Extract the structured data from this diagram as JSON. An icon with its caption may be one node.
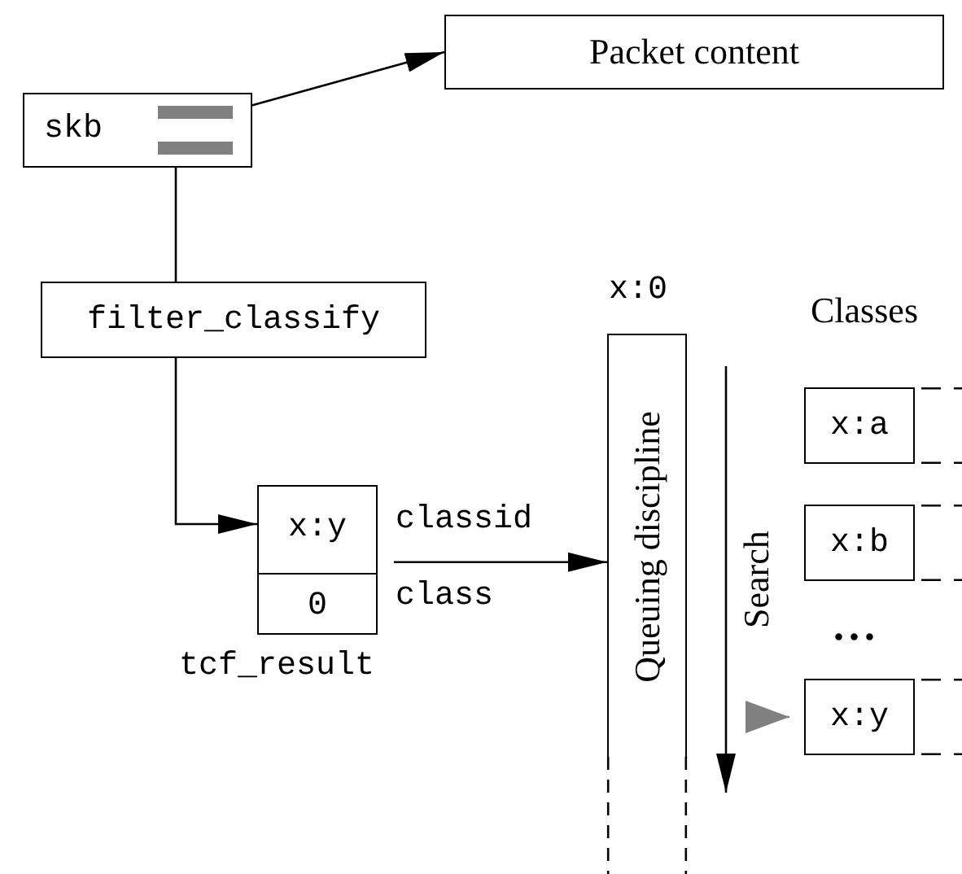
{
  "diagram": {
    "nodes": [
      {
        "text": [
          "skb"
        ]
      },
      {
        "text": [
          "Packet content"
        ]
      },
      {
        "text": [
          "filter_classify"
        ]
      },
      {
        "text": [
          "x:y",
          "0"
        ],
        "beside": [
          "tcf_result"
        ]
      },
      {
        "text": [
          "Queuing discipline"
        ],
        "beside": [
          "x:0"
        ]
      },
      {
        "text": [
          "x:a"
        ]
      },
      {
        "text": [
          "x:b"
        ]
      },
      {
        "text": [
          "x:y"
        ]
      }
    ],
    "edges": [
      {
        "from": 0,
        "to": 1,
        "arrow": "to"
      },
      {
        "from": 0,
        "to": 2,
        "arrow": "none"
      },
      {
        "from": 2,
        "to": 3,
        "arrow": "to"
      },
      {
        "from": 3,
        "to": 4,
        "arrow": "to",
        "label": "classid"
      },
      {
        "from": null,
        "to": 7,
        "arrow": "to",
        "color": "#808080"
      }
    ],
    "labels": [
      "class",
      "Search",
      "Classes",
      "..."
    ]
  }
}
